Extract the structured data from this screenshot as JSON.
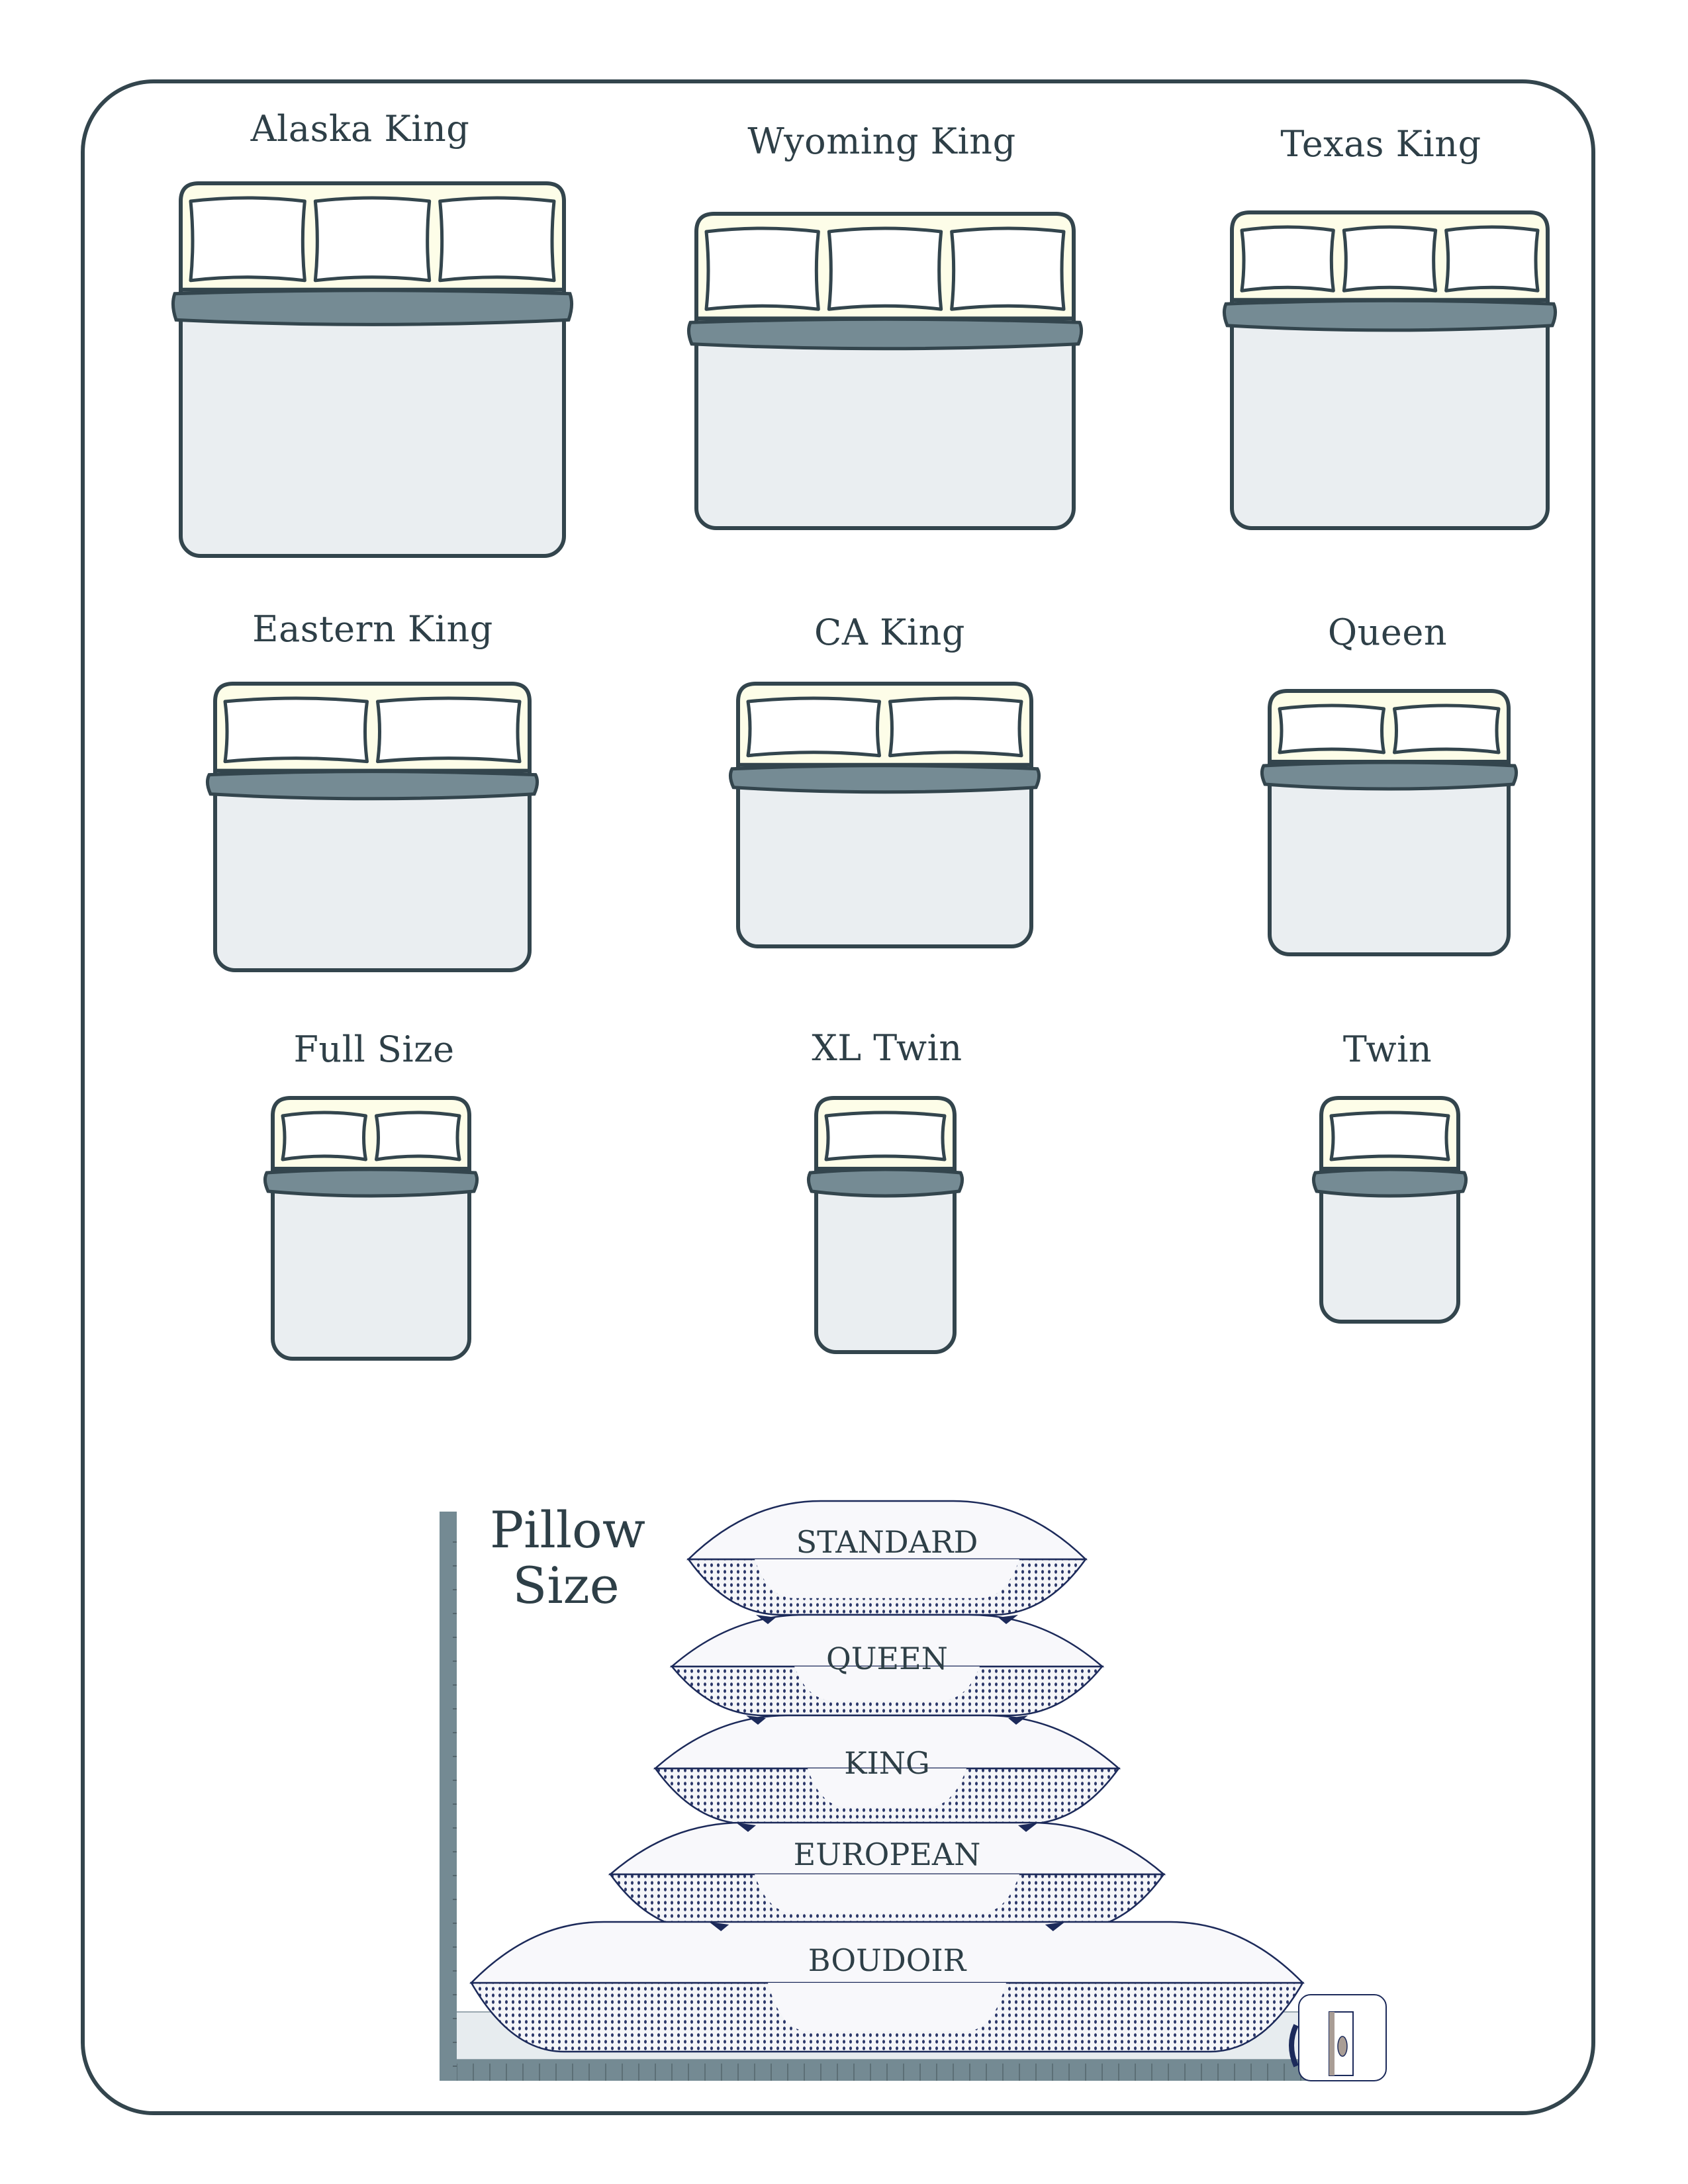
{
  "page_title": "Bed and Pillow Size Chart",
  "colors": {
    "outline": "#33454d",
    "headboard": "#fdfde8",
    "band": "#758b94",
    "mattress": "#eaeef1",
    "pillow_fill": "#ffffff",
    "pillow_stroke": "#1c2a5a",
    "text": "#2e3f47"
  },
  "beds": [
    {
      "id": "alaska-king",
      "label": "Alaska King",
      "pillows": 3
    },
    {
      "id": "wyoming-king",
      "label": "Wyoming King",
      "pillows": 3
    },
    {
      "id": "texas-king",
      "label": "Texas King",
      "pillows": 3
    },
    {
      "id": "eastern-king",
      "label": "Eastern King",
      "pillows": 2
    },
    {
      "id": "ca-king",
      "label": "CA King",
      "pillows": 2
    },
    {
      "id": "queen",
      "label": "Queen",
      "pillows": 2
    },
    {
      "id": "full-size",
      "label": "Full Size",
      "pillows": 2
    },
    {
      "id": "xl-twin",
      "label": "XL Twin",
      "pillows": 1
    },
    {
      "id": "twin",
      "label": "Twin",
      "pillows": 1
    }
  ],
  "pillow_chart": {
    "title_line1": "Pillow",
    "title_line2": "Size",
    "pillows": [
      {
        "id": "standard",
        "label": "STANDARD"
      },
      {
        "id": "queen",
        "label": "QUEEN"
      },
      {
        "id": "king",
        "label": "KING"
      },
      {
        "id": "european",
        "label": "EUROPEAN"
      },
      {
        "id": "boudoir",
        "label": "BOUDOIR"
      }
    ]
  }
}
